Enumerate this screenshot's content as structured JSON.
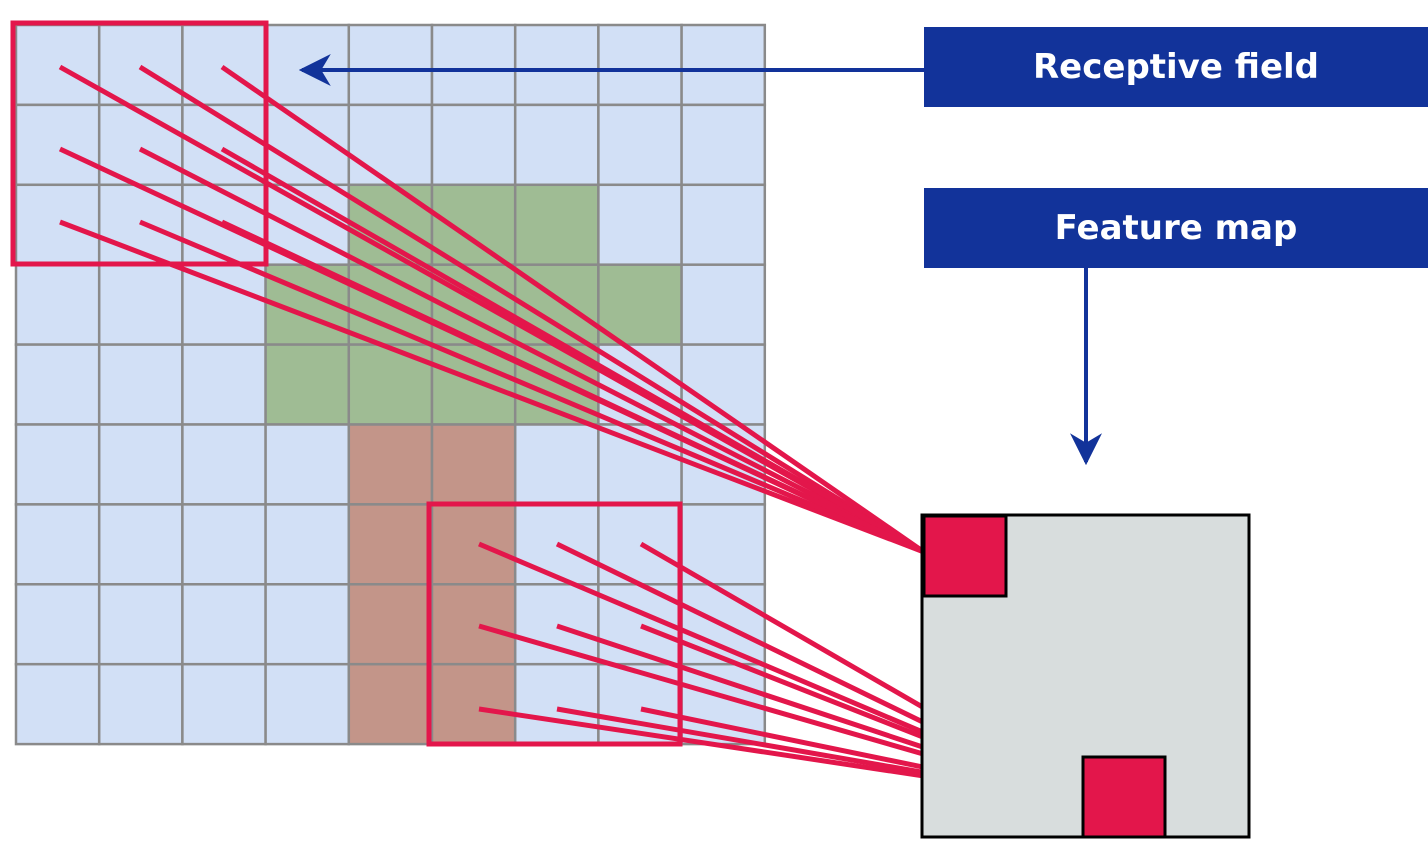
{
  "labels": {
    "receptive_field": "Receptive field",
    "feature_map": "Feature map"
  },
  "colors": {
    "grid_cell": "#d2e0f6",
    "grid_line": "#8a8a8a",
    "green_region": "#9fbc94",
    "brown_region": "#c39589",
    "highlight": "#e3164b",
    "label_bg": "#12339a",
    "feature_map_bg": "#d8dddd",
    "outline": "#000000"
  },
  "input_grid": {
    "rows": 9,
    "cols": 9,
    "green_cells": [
      [
        2,
        4
      ],
      [
        2,
        5
      ],
      [
        2,
        6
      ],
      [
        3,
        3
      ],
      [
        3,
        4
      ],
      [
        3,
        5
      ],
      [
        3,
        6
      ],
      [
        3,
        7
      ],
      [
        4,
        3
      ],
      [
        4,
        4
      ],
      [
        4,
        5
      ],
      [
        4,
        6
      ]
    ],
    "brown_cells": [
      [
        5,
        4
      ],
      [
        5,
        5
      ],
      [
        6,
        4
      ],
      [
        6,
        5
      ],
      [
        7,
        4
      ],
      [
        7,
        5
      ],
      [
        8,
        4
      ],
      [
        8,
        5
      ]
    ]
  },
  "receptive_fields": [
    {
      "row": 0,
      "col": 0,
      "size": 3,
      "target_unit": "top-left"
    },
    {
      "row": 6,
      "col": 5,
      "size": 3,
      "target_unit": "bottom-right"
    }
  ]
}
